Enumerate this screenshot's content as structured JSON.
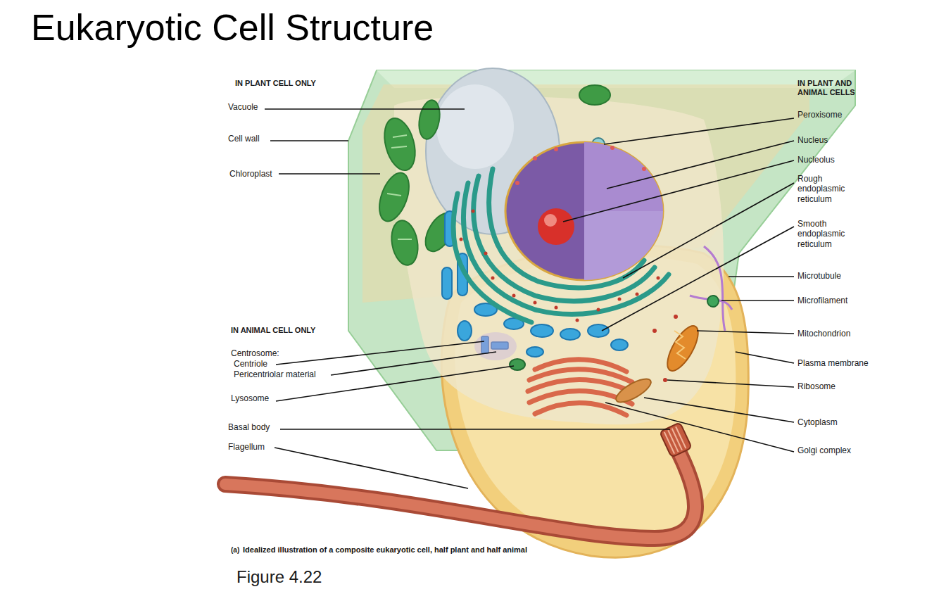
{
  "diagram": {
    "title": "Eukaryotic Cell Structure",
    "caption": "Idealized illustration of a composite eukaryotic cell, half plant and half animal",
    "labels": [
      "IN PLANT CELL ONLY",
      "Vacuole",
      "Cell wall",
      "Chloroplast",
      "IN PLANT AND ANIMAL CELLS",
      "Peroxisome",
      "Nucleus",
      "Nucleolus",
      "Rough endoplasmic reticulum",
      "Smooth endoplasmic reticulum",
      "Microtubule",
      "Microfilament",
      "Mitochondrion",
      "Plasma membrane",
      "Ribosome",
      "Cytoplasm",
      "Golgi complex",
      "IN ANIMAL CELL ONLY",
      "Centrosome:",
      "Centriole",
      "Pericentriolar material",
      "Lysosome",
      "Basal body",
      "Flagellum",
      "(a)",
      "Figure 4.22"
    ]
  }
}
